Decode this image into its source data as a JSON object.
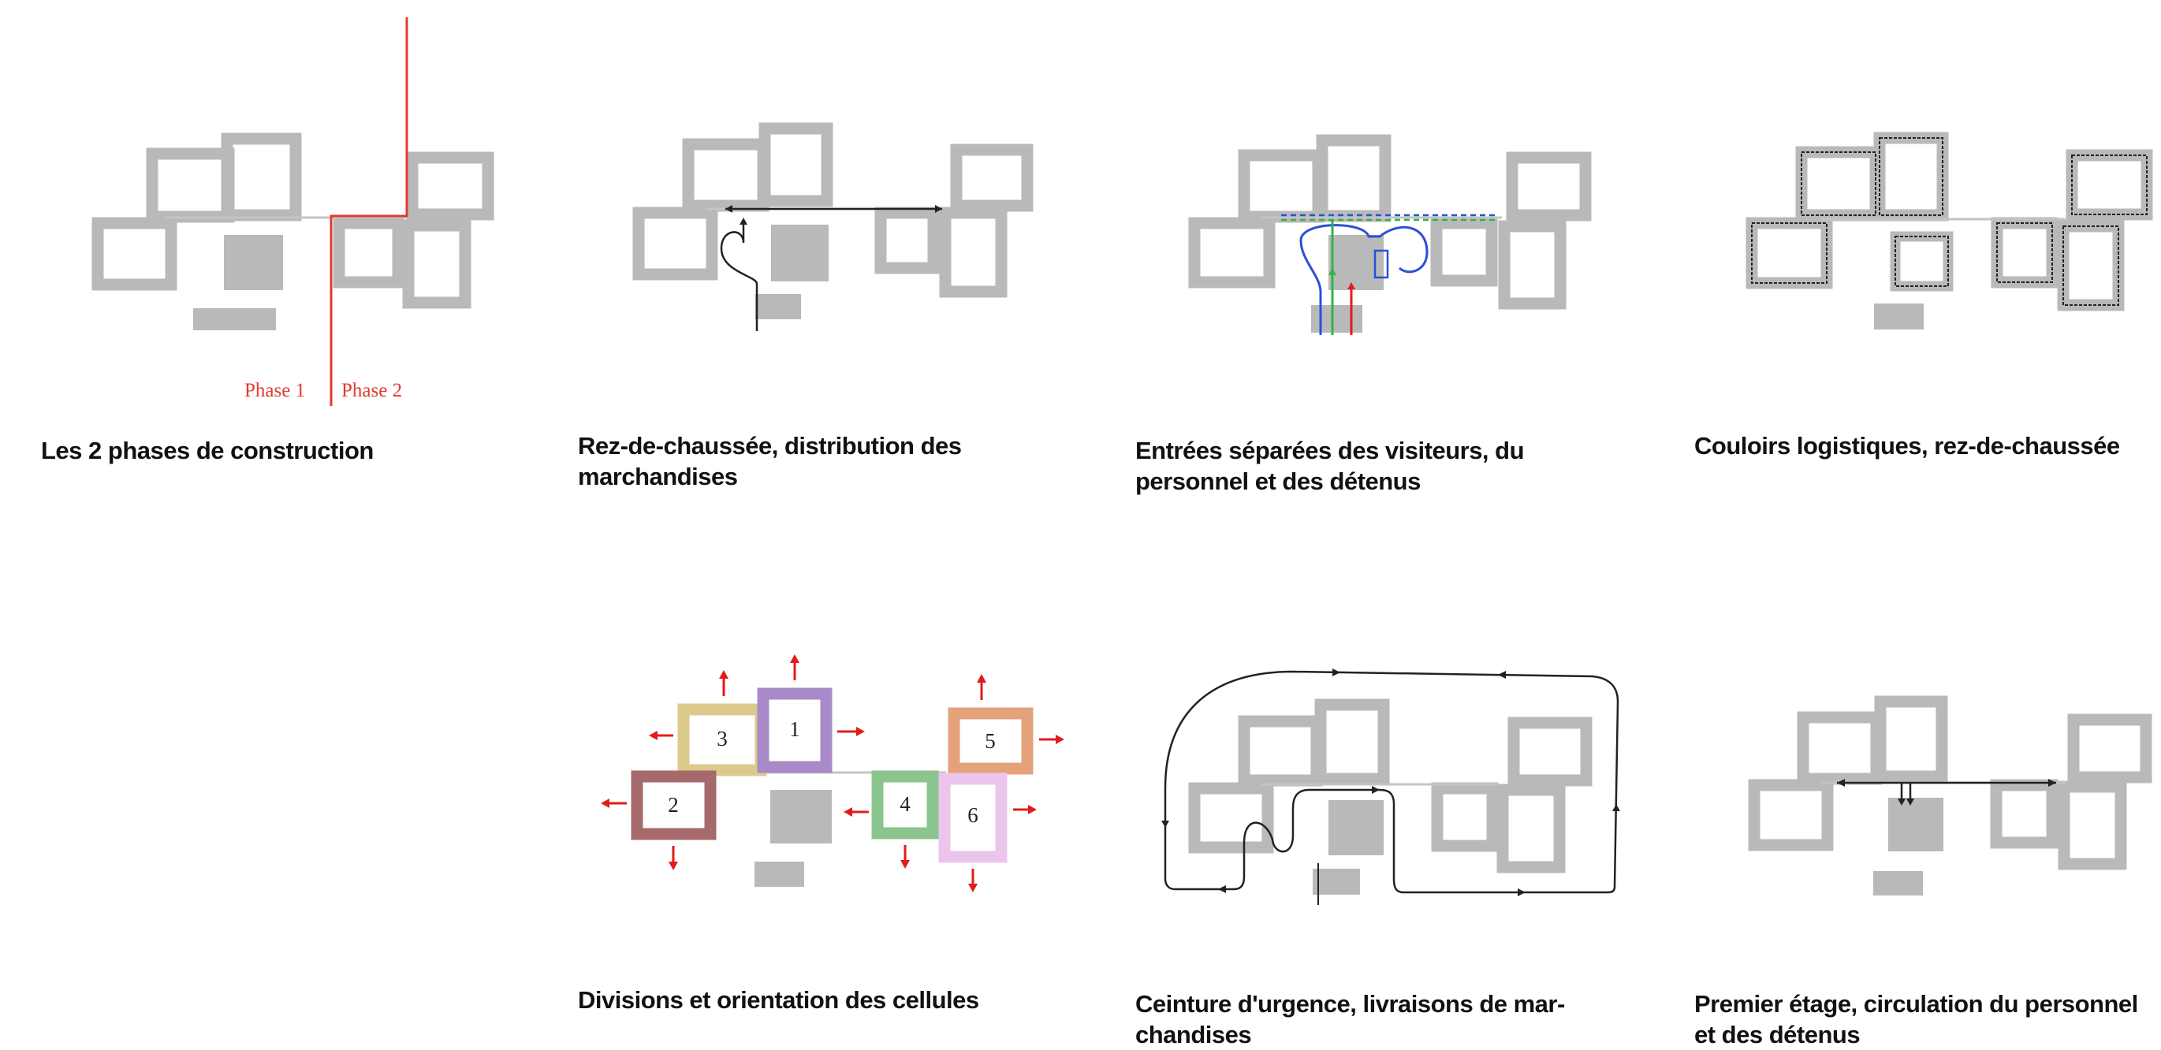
{
  "colors": {
    "building": "#b9b9b9",
    "phase_line": "#e23a2e",
    "arrow_red": "#e31b1b",
    "visitor_blue": "#2b4fd8",
    "staff_green": "#2fb34a",
    "cell1": "#a98ac8",
    "cell2": "#a76a6c",
    "cell3": "#dcc98c",
    "cell4": "#8cc48e",
    "cell5": "#e4a27a",
    "cell6": "#ecc5ec"
  },
  "panels": [
    {
      "caption": "Les 2 phases de construction",
      "phase_labels": [
        "Phase 1",
        "Phase 2"
      ]
    },
    {
      "caption": "Rez-de-chaussée, distribution des marchandises"
    },
    {
      "caption": "Entrées séparées des visiteurs, du personnel et des détenus"
    },
    {
      "caption": "Couloirs logistiques, rez-de-chaussée"
    },
    {
      "caption": "Divisions et orientation des cellules",
      "cell_numbers": [
        "1",
        "2",
        "3",
        "4",
        "5",
        "6"
      ]
    },
    {
      "caption": "Ceinture d'urgence, livraisons de mar- chandises"
    },
    {
      "caption": "Premier étage, circulation du personnel et des détenus"
    }
  ]
}
